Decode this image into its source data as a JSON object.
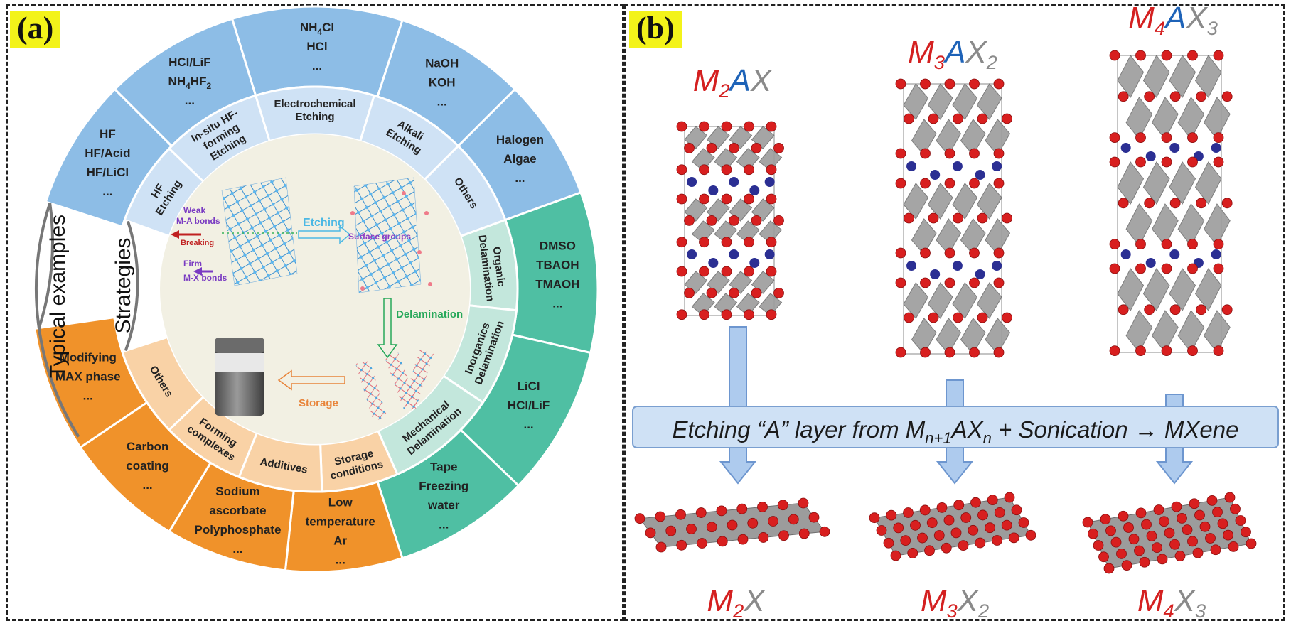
{
  "panel_a": {
    "label": "(a)",
    "outer_ring": [
      {
        "lines": [
          "HF",
          "HF/Acid",
          "HF/LiCl",
          "..."
        ],
        "color": "#8dbde6"
      },
      {
        "lines": [
          "HCl/LiF",
          "NH4HF2",
          "..."
        ],
        "color": "#8dbde6"
      },
      {
        "lines": [
          "NH4Cl",
          "HCl",
          "..."
        ],
        "color": "#8dbde6"
      },
      {
        "lines": [
          "NaOH",
          "KOH",
          "..."
        ],
        "color": "#8dbde6"
      },
      {
        "lines": [
          "Halogen",
          "Algae",
          "..."
        ],
        "color": "#8dbde6"
      },
      {
        "lines": [
          "DMSO",
          "TBAOH",
          "TMAOH",
          "..."
        ],
        "color": "#4fbfa3"
      },
      {
        "lines": [
          "LiCl",
          "HCl/LiF",
          "..."
        ],
        "color": "#4fbfa3"
      },
      {
        "lines": [
          "Tape",
          "Freezing",
          "water",
          "..."
        ],
        "color": "#4fbfa3"
      },
      {
        "lines": [
          "Low",
          "temperature",
          "Ar",
          "..."
        ],
        "color": "#f0922a"
      },
      {
        "lines": [
          "Sodium",
          "ascorbate",
          "Polyphosphate",
          "..."
        ],
        "color": "#f0922a"
      },
      {
        "lines": [
          "Carbon",
          "coating",
          "..."
        ],
        "color": "#f0922a"
      },
      {
        "lines": [
          "Modifying",
          "MAX phase",
          "..."
        ],
        "color": "#f0922a"
      }
    ],
    "inner_ring": [
      {
        "lines": [
          "HF",
          "Etching"
        ],
        "color": "#cfe2f5"
      },
      {
        "lines": [
          "In-situ HF-",
          "forming",
          "Etching"
        ],
        "color": "#cfe2f5"
      },
      {
        "lines": [
          "Electrochemical",
          "Etching"
        ],
        "color": "#cfe2f5"
      },
      {
        "lines": [
          "Alkali",
          "Etching"
        ],
        "color": "#cfe2f5"
      },
      {
        "lines": [
          "Others"
        ],
        "color": "#cfe2f5"
      },
      {
        "lines": [
          "Organic",
          "Delamination"
        ],
        "color": "#c3e7dc"
      },
      {
        "lines": [
          "Inorganics",
          "Delamination"
        ],
        "color": "#c3e7dc"
      },
      {
        "lines": [
          "Mechanical",
          "Delamination"
        ],
        "color": "#c3e7dc"
      },
      {
        "lines": [
          "Storage",
          "conditions"
        ],
        "color": "#f9d2a6"
      },
      {
        "lines": [
          "Additives"
        ],
        "color": "#f9d2a6"
      },
      {
        "lines": [
          "Forming",
          "complexes"
        ],
        "color": "#f9d2a6"
      },
      {
        "lines": [
          "Others"
        ],
        "color": "#f9d2a6"
      }
    ],
    "arc_labels": {
      "typical": "Typical examples",
      "strategies": "Strategies"
    },
    "center": {
      "weak": "Weak",
      "ma_bonds": "M-A bonds",
      "breaking": "Breaking",
      "firm": "Firm",
      "mx_bonds": "M-X bonds",
      "etching": "Etching",
      "surface_groups": "Surface groups",
      "delamination": "Delamination",
      "storage": "Storage"
    },
    "colors": {
      "blue": "#8dbde6",
      "teal": "#4fbfa3",
      "orange": "#f0922a",
      "center_bg": "#f2f0e3",
      "etch_arrow": "#4cb8e4",
      "delam_arrow": "#27a85a",
      "storage_arrow": "#e8843a"
    }
  },
  "panel_b": {
    "label": "(b)",
    "precursors": [
      {
        "M": "M",
        "n1": "2",
        "A": "A",
        "X": "X",
        "xs": ""
      },
      {
        "M": "M",
        "n1": "3",
        "A": "A",
        "X": "X",
        "xs": "2"
      },
      {
        "M": "M",
        "n1": "4",
        "A": "A",
        "X": "X",
        "xs": "3"
      }
    ],
    "products": [
      {
        "M": "M",
        "n1": "2",
        "X": "X",
        "xs": ""
      },
      {
        "M": "M",
        "n1": "3",
        "X": "X",
        "xs": "2"
      },
      {
        "M": "M",
        "n1": "4",
        "X": "X",
        "xs": "3"
      }
    ],
    "banner": {
      "t1": "Etching “A” layer from M",
      "sub1": "n+1",
      "t2": "AX",
      "sub2": "n",
      "t3": " + Sonication → MXene"
    },
    "colors": {
      "M": "#d42020",
      "A": "#1e63b8",
      "X": "#8a8a8a",
      "atom_red": "#d81f1f",
      "atom_blue": "#2b2f93",
      "octa": "#9c9c9c"
    }
  }
}
